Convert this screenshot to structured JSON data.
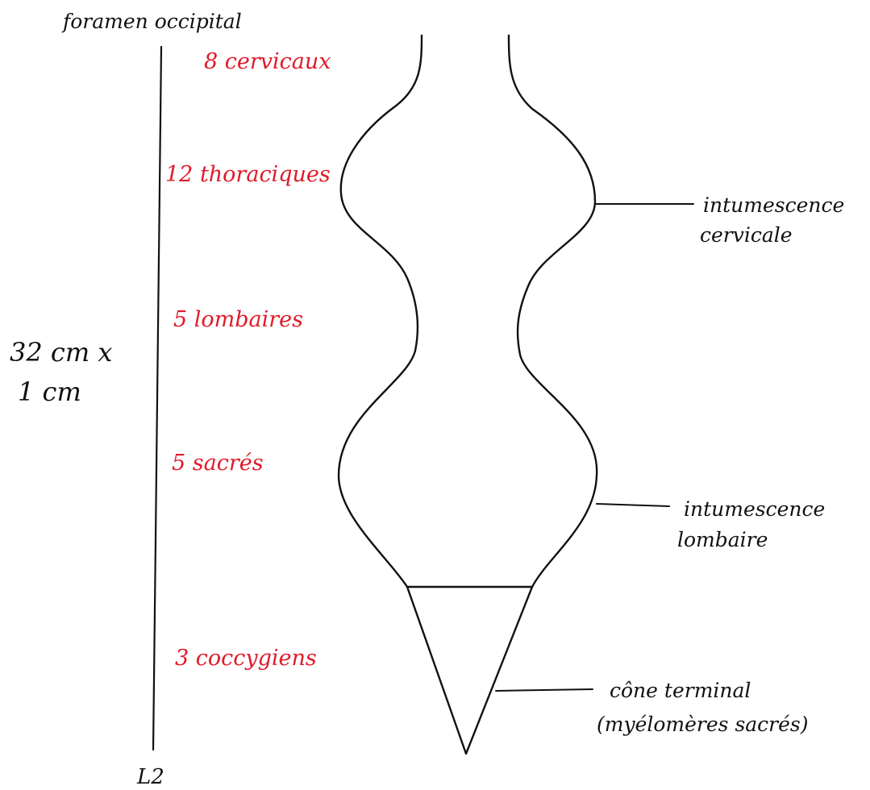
{
  "labels": {
    "top": "foramen occipital",
    "bottom": "L2",
    "dimension_line1": "32 cm x",
    "dimension_line2": "1 cm"
  },
  "segments": [
    "8 cervicaux",
    "12 thoraciques",
    "5 lombaires",
    "5 sacrés",
    "3 coccygiens"
  ],
  "annotations": {
    "cervical_line1": "intumescence",
    "cervical_line2": "cervicale",
    "lumbar_line1": "intumescence",
    "lumbar_line2": "lombaire",
    "cone_line1": "cône terminal",
    "cone_line2": "(myélomères sacrés)"
  },
  "colors": {
    "ink": "#111111",
    "segment_text": "#e01a2a",
    "background": "#ffffff"
  }
}
